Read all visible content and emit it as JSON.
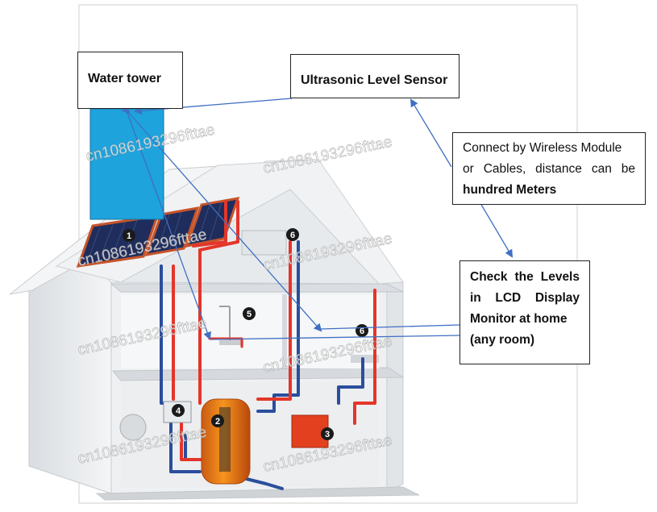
{
  "labels": {
    "water_tower": "Water tower",
    "ultrasonic_sensor": "Ultrasonic Level Sensor",
    "wireless_line1": "Connect by Wireless Module",
    "wireless_line2": "or Cables, distance can be",
    "wireless_line3": "hundred Meters",
    "lcd_line1": "Check the Levels",
    "lcd_line2": "in LCD Display",
    "lcd_line3": "Monitor at home",
    "lcd_line4": "(any room)"
  },
  "markers": [
    "1",
    "2",
    "3",
    "4",
    "5",
    "6",
    "6"
  ],
  "watermark": "cn1086193296fttae",
  "colors": {
    "tower_fill": "#1ea3dd",
    "arrow": "#3f6fc2",
    "hot_pipe": "#e4352a",
    "cold_pipe": "#2a4e9c",
    "tank": "#f07a1a",
    "panel": "#c6542a",
    "wall": "#e9ecef",
    "roof": "#f3f4f6"
  }
}
